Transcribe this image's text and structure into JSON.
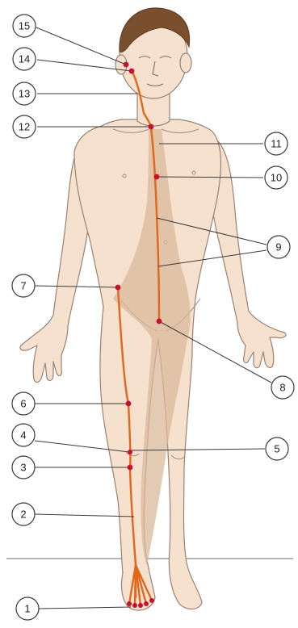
{
  "figure": {
    "colors": {
      "skin": "#f6e1cf",
      "skin_outline": "#9a8173",
      "hair": "#7a4f2e",
      "channel_zone": "#d9b89a",
      "meridian_line": "#e0671c",
      "acupoint": "#c8102e",
      "leader_line": "#3a3a3a",
      "ground_line": "#8a8a8a"
    },
    "callouts": [
      {
        "id": "c1",
        "label": "1"
      },
      {
        "id": "c2",
        "label": "2"
      },
      {
        "id": "c3",
        "label": "3"
      },
      {
        "id": "c4",
        "label": "4"
      },
      {
        "id": "c5",
        "label": "5"
      },
      {
        "id": "c6",
        "label": "6"
      },
      {
        "id": "c7",
        "label": "7"
      },
      {
        "id": "c8",
        "label": "8"
      },
      {
        "id": "c9",
        "label": "9"
      },
      {
        "id": "c10",
        "label": "10"
      },
      {
        "id": "c11",
        "label": "11"
      },
      {
        "id": "c12",
        "label": "12"
      },
      {
        "id": "c13",
        "label": "13"
      },
      {
        "id": "c14",
        "label": "14"
      },
      {
        "id": "c15",
        "label": "15"
      }
    ]
  }
}
